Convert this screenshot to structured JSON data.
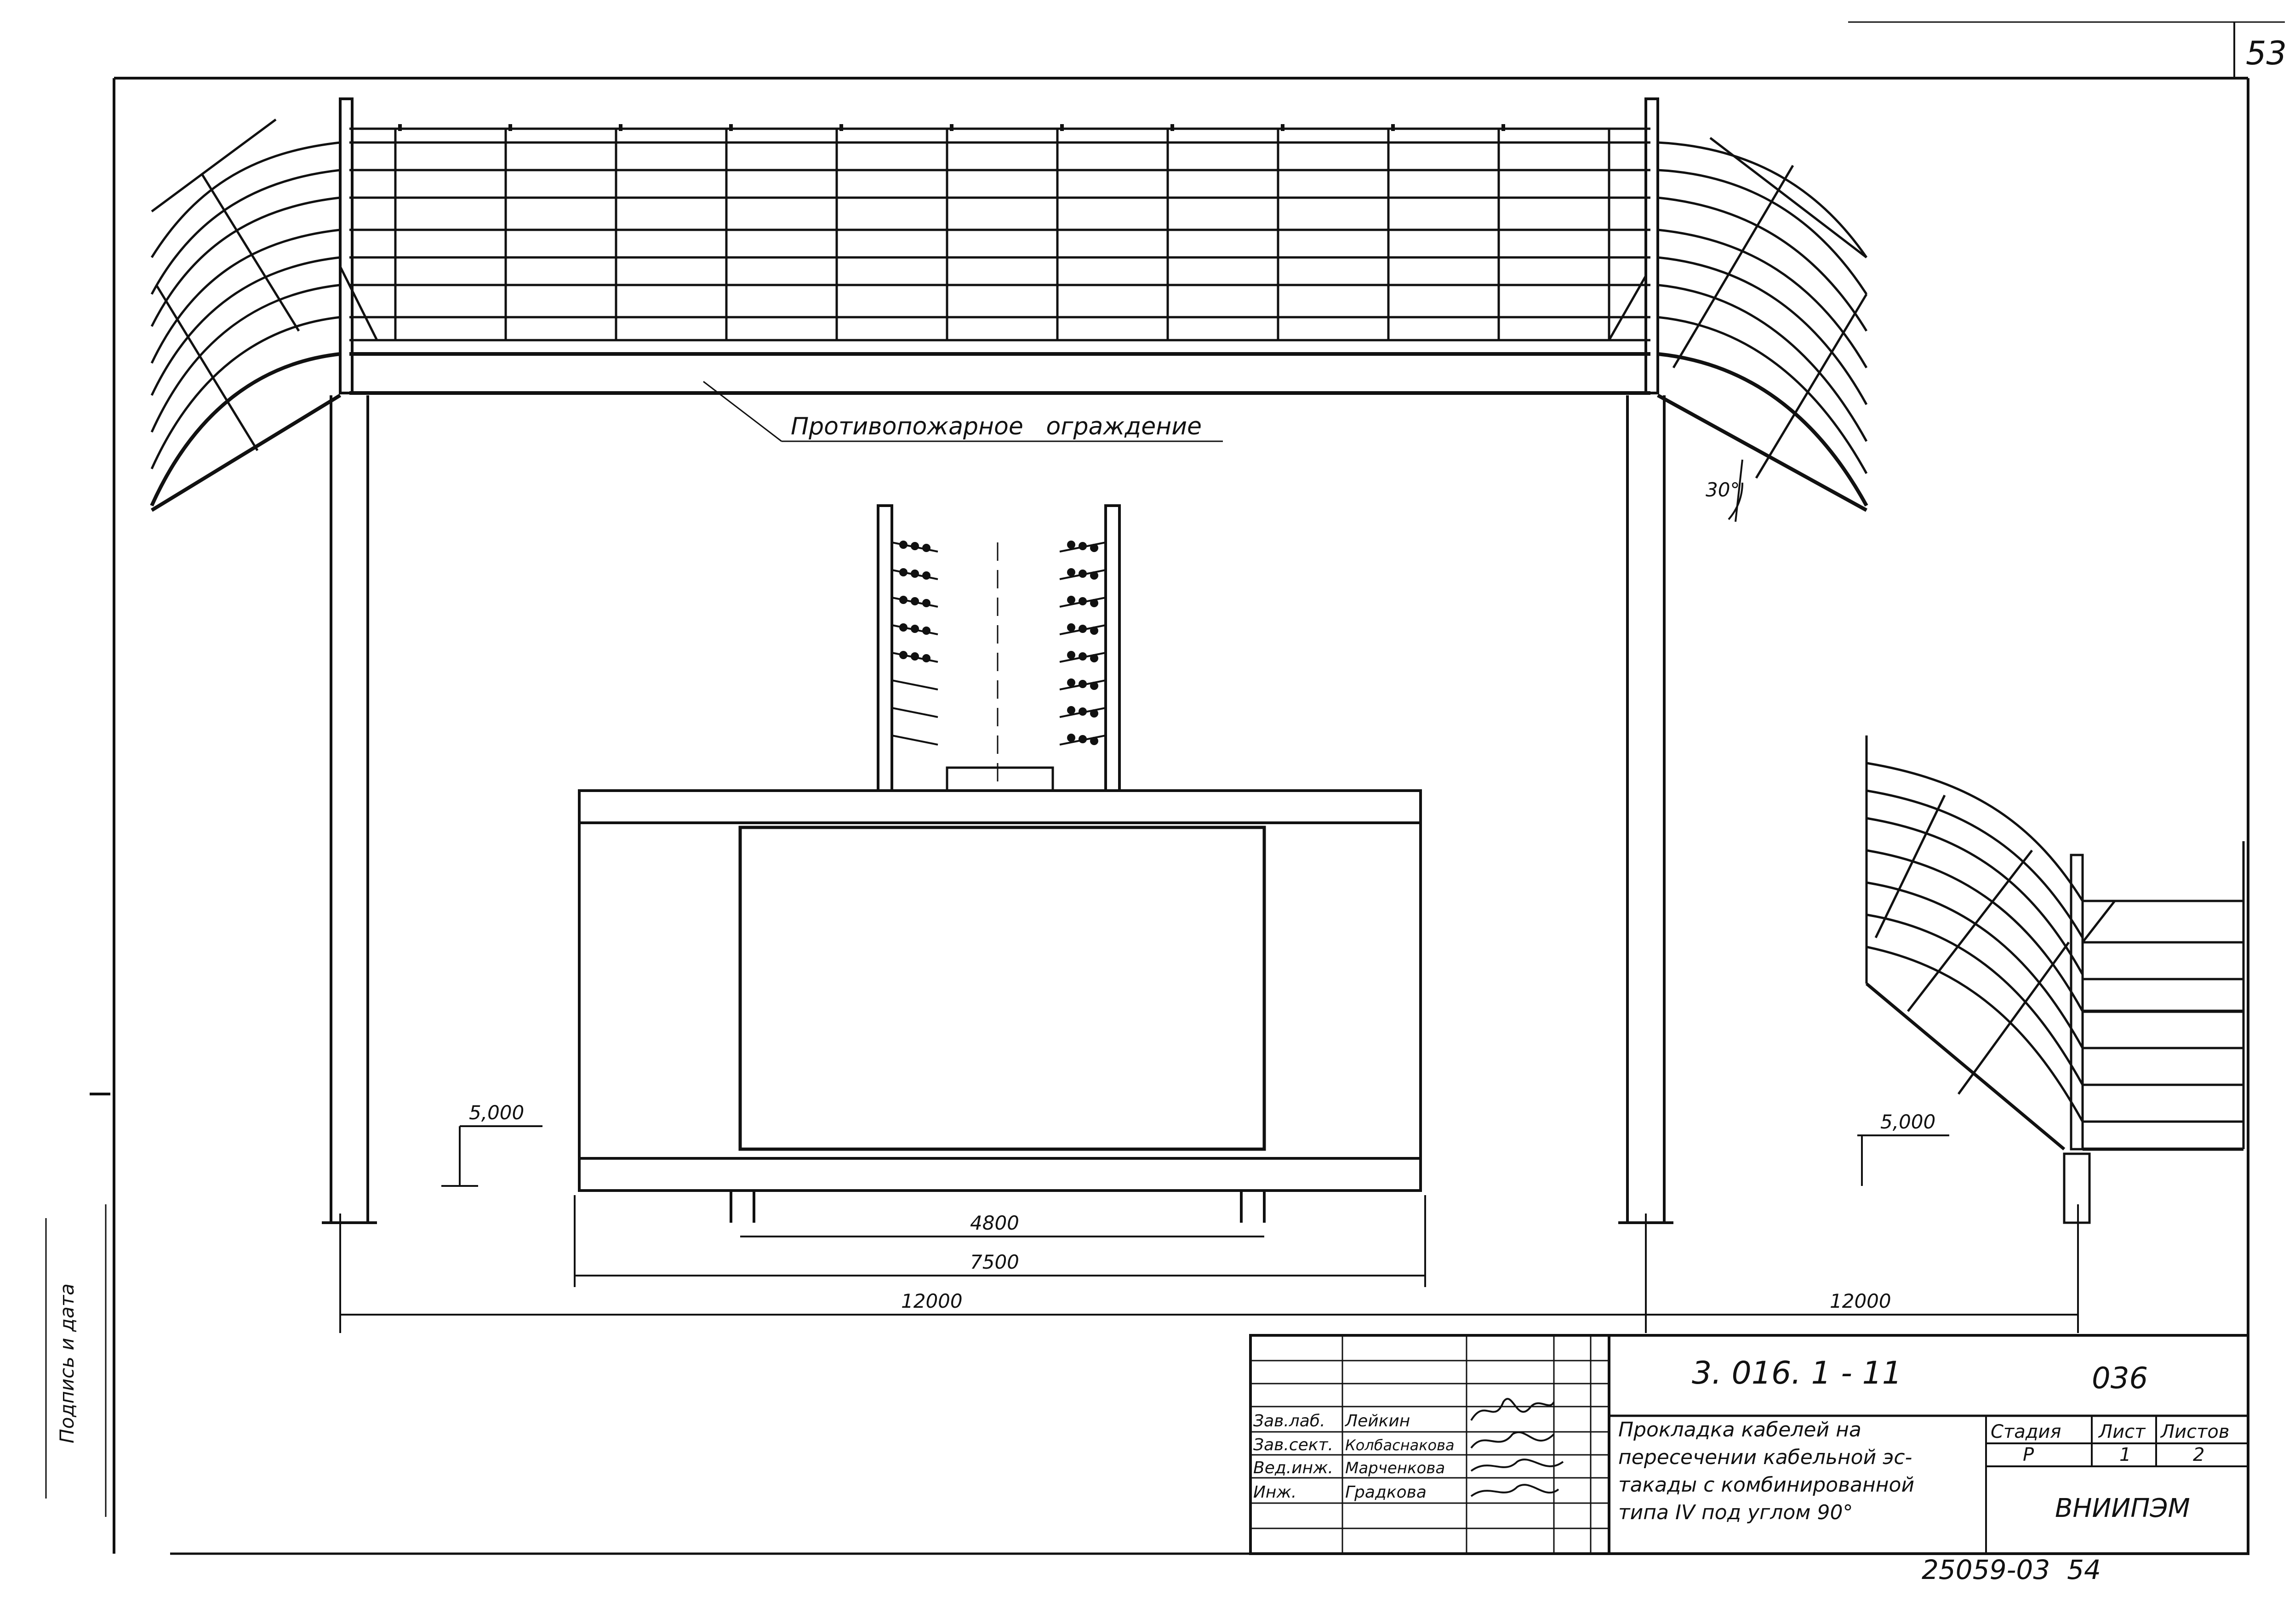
{
  "sheet": {
    "corner_number": "53",
    "bottom_stamp": "25059-03  54",
    "margin_note": "Подпись и дата"
  },
  "drawing": {
    "label_fire_barrier": "Противопожарное   ограждение",
    "angle_label": "30°",
    "level_left": "5,000",
    "level_right": "5,000",
    "dim_inner": "4800",
    "dim_middle": "7500",
    "dim_overall": "12000",
    "dim_right": "12000"
  },
  "title_block": {
    "doc_code": "3. 016. 1 - 11",
    "sheet_code": "036",
    "title_lines": [
      "Прокладка кабелей на",
      "пересечении кабельной эс-",
      "такады с комбинированной",
      "типа IV под углом 90°"
    ],
    "stage_header": "Стадия",
    "sheet_header": "Лист",
    "sheets_header": "Листов",
    "stage_value": "Р",
    "sheet_value": "1",
    "sheets_value": "2",
    "organization": "ВНИИПЭМ",
    "staff": [
      {
        "role": "Зав.лаб.",
        "name": "Лейкин"
      },
      {
        "role": "Зав.сект.",
        "name": "Колбаснакова"
      },
      {
        "role": "Вед.инж.",
        "name": "Марченкова"
      },
      {
        "role": "Инж.",
        "name": "Градкова"
      }
    ]
  }
}
